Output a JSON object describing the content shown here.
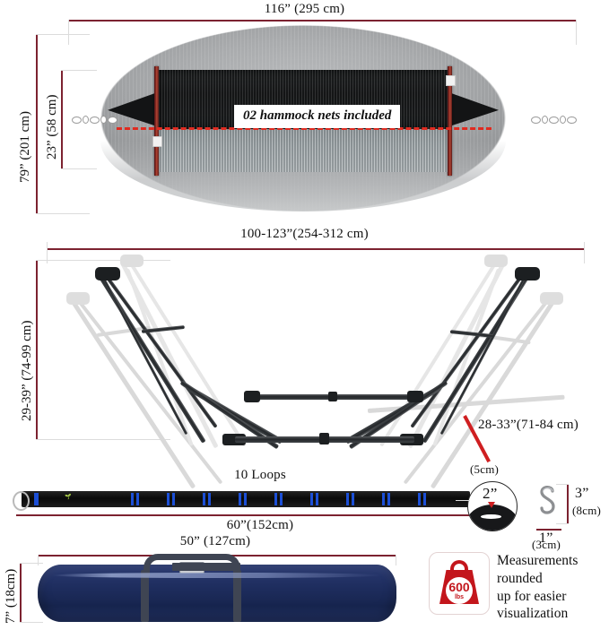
{
  "page": {
    "title": "Hammock with Stand — Dimensions Infographic",
    "accent_red": "#7c2230",
    "marker_red": "#cf1f21",
    "brand_red": "#c3161c"
  },
  "hammock_panel": {
    "name": "hammock",
    "width_label": "116” (295 cm)",
    "height_label": "79” (201 cm)",
    "net_height_label": "23” (58 cm)",
    "badge_text": "02 hammock nets included",
    "chain_icon": "chain-link-icon",
    "dashed_line": "red-dashed-centerline"
  },
  "stand_panel": {
    "name": "stand",
    "width_label": "100-123”(254-312 cm)",
    "height_label": "29-39” (74-99 cm)",
    "depth_label": "28-33”(71-84 cm)"
  },
  "strap_panel": {
    "name": "tree-strap",
    "loops_label": "10 Loops",
    "length_label": "60”(152cm)",
    "loop_width_label": "2”",
    "loop_width_metric": "(5cm)",
    "ring_icon": "metal-ring-icon",
    "logo_icon": "brand-logo-icon"
  },
  "hook_panel": {
    "name": "s-hook",
    "height_label": "3”",
    "height_metric": "(8cm)",
    "width_label": "1”",
    "width_metric": "(3cm)",
    "icon": "s-hook-icon"
  },
  "bag_panel": {
    "name": "carry-bag",
    "width_label": "50” (127cm)",
    "height_label": "7” (18cm)"
  },
  "weight_badge": {
    "name": "weight-capacity-badge",
    "icon": "weight-icon",
    "capacity_value": "600",
    "capacity_unit": "lbs",
    "note": "Measurements\nrounded\nup for easier\nvisualization"
  }
}
